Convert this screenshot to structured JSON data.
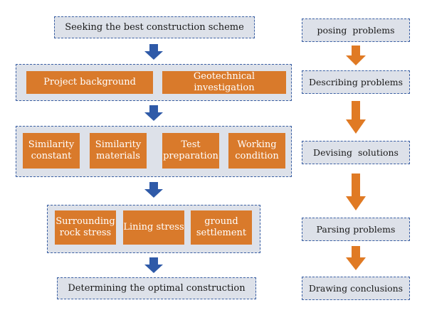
{
  "left_flow": {
    "top": "Seeking the best construction scheme",
    "group1": [
      "Project background",
      "Geotechnical investigation"
    ],
    "group2": [
      "Similarity constant",
      "Similarity materials",
      "Test preparation",
      "Working condition"
    ],
    "group3": [
      "Surrounding rock stress",
      "Lining stress",
      "ground settlement"
    ],
    "bottom": "Determining the optimal construction"
  },
  "right_flow": {
    "steps": [
      "posing  problems",
      "Describing problems",
      "Devising  solutions",
      "Parsing problems",
      "Drawing conclusions"
    ]
  },
  "colors": {
    "left_arrow": "#2f5aa8",
    "right_arrow": "#e07a24",
    "orange_box": "#d97a2b",
    "box_bg": "#dde1e9",
    "box_border": "#3a5fa3"
  },
  "icons": {
    "left_arrow": "down-arrow-icon",
    "right_arrow": "down-arrow-icon"
  }
}
